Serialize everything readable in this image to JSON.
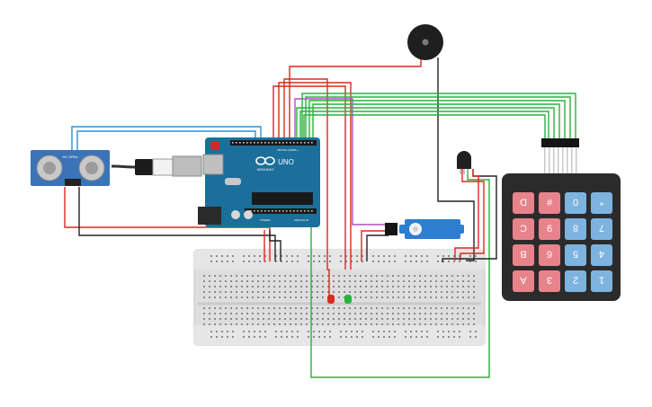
{
  "colors": {
    "wire_red": "#d9281e",
    "wire_blue": "#2d8fd5",
    "wire_green": "#27b33a",
    "wire_black": "#222222",
    "wire_magenta": "#b54fc2",
    "arduino_board": "#1b6f9a",
    "keypad_body": "#2b2b2b",
    "breadboard": "#dcdcdc",
    "sensor_board": "#3a73b8",
    "servo_body": "#2c7fd0"
  },
  "ultrasonic_sensor": {
    "label": "HC-SR04"
  },
  "arduino": {
    "brand": "ARDUINO",
    "model": "UNO",
    "digital_label": "DIGITAL (PWM~)",
    "power_label": "POWER",
    "analog_label": "ANALOG IN"
  },
  "keypad": {
    "rows": [
      [
        "D",
        "#",
        "0",
        "*"
      ],
      [
        "C",
        "9",
        "8",
        "7"
      ],
      [
        "B",
        "6",
        "5",
        "4"
      ],
      [
        "A",
        "3",
        "2",
        "1"
      ]
    ],
    "key_colors": [
      "#e8838c",
      "#e8838c",
      "#7eb3e0",
      "#7eb3e0"
    ]
  },
  "leds": [
    {
      "color": "#d82a20"
    },
    {
      "color": "#2ab33c"
    }
  ]
}
